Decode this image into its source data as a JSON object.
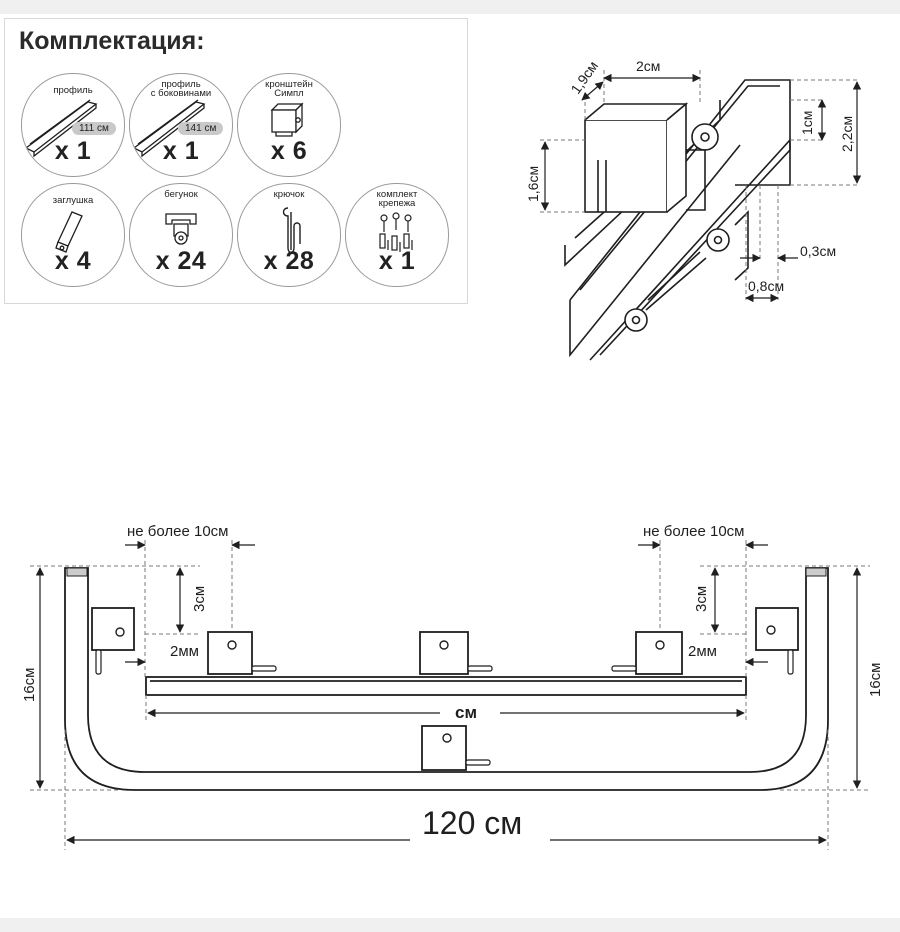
{
  "kit": {
    "title": "Комплектация:",
    "items": [
      {
        "name": "профиль",
        "length": "111 см",
        "count": "x 1"
      },
      {
        "name": "профиль\nс боковинами",
        "length": "141 см",
        "count": "x 1"
      },
      {
        "name": "кронштейн\nСимпл",
        "count": "x 6"
      },
      {
        "name": "заглушка",
        "count": "x 4"
      },
      {
        "name": "бегунок",
        "count": "x 24"
      },
      {
        "name": "крючок",
        "count": "x 28"
      },
      {
        "name": "комплект\nкрепежа",
        "count": "x 1"
      }
    ]
  },
  "detail": {
    "dim_depth": "1,9см",
    "dim_width": "2см",
    "dim_height_left": "1,6см",
    "dim_1cm": "1см",
    "dim_total_height": "2,2см",
    "dim_gap": "0,3см",
    "dim_runner": "0,8см"
  },
  "plan": {
    "max_left": "не более 10см",
    "max_right": "не более 10см",
    "offset_left": "3см",
    "offset_right": "3см",
    "gap_left": "2мм",
    "gap_right": "2мм",
    "inner_length": "см",
    "height_left": "16см",
    "height_right": "16см",
    "total_length": "120 см"
  },
  "colors": {
    "line": "#1f1f1f",
    "badge": "#c9c9c9",
    "panel_border": "#d8d8d8"
  }
}
